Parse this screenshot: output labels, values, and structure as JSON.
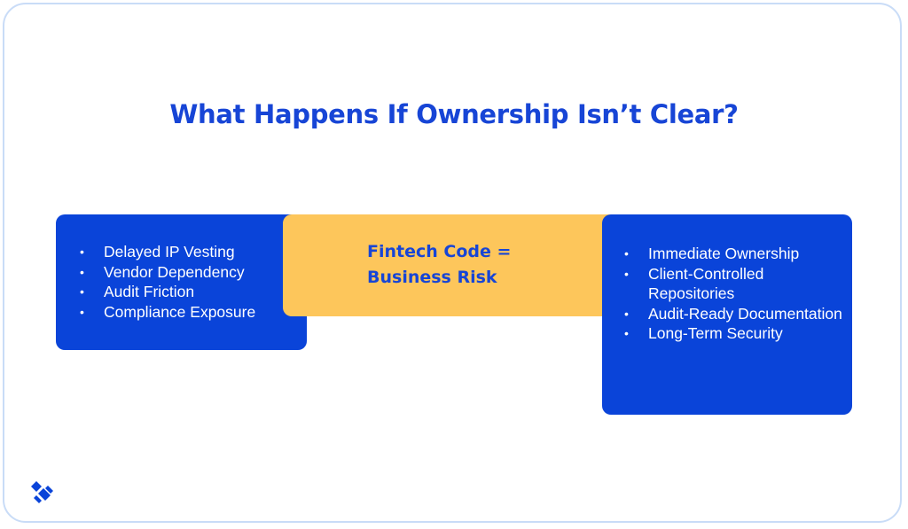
{
  "title": "What Happens If Ownership Isn’t Clear?",
  "left_box": {
    "items": [
      "Delayed IP Vesting",
      "Vendor Dependency",
      "Audit Friction",
      "Compliance Exposure"
    ]
  },
  "center_box": {
    "line1": "Fintech Code =",
    "line2": "Business Risk"
  },
  "right_box": {
    "items": [
      "Immediate Ownership",
      "Client-Controlled Repositories",
      "Audit-Ready Documentation",
      "Long-Term Security"
    ]
  },
  "colors": {
    "primary_blue": "#0a44d9",
    "title_blue": "#1745d6",
    "accent_yellow": "#fdc65b",
    "frame_border": "#c9dcf7"
  },
  "logo": {
    "icon": "brand-logo-icon"
  }
}
